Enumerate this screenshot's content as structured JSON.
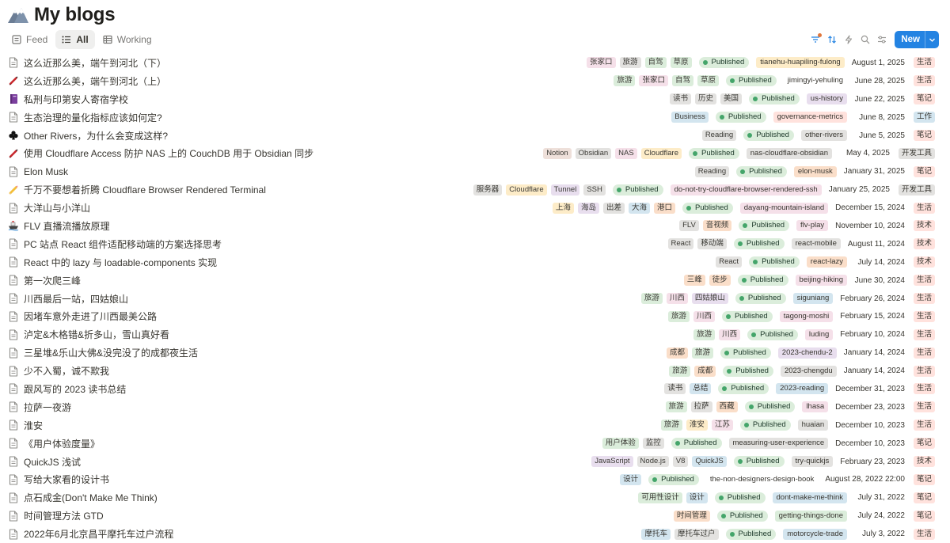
{
  "header": {
    "title": "My blogs",
    "icon": "mountain-icon"
  },
  "tabs": [
    {
      "label": "Feed",
      "icon": "doc-icon"
    },
    {
      "label": "All",
      "icon": "list-icon",
      "active": true
    },
    {
      "label": "Working",
      "icon": "table-icon"
    }
  ],
  "toolbar": {
    "new_label": "New",
    "accent": "#2383e2"
  },
  "colors": {
    "gray": "#e3e2e0",
    "brown": "#eee0da",
    "orange": "#fadec9",
    "yellow": "#fdecc8",
    "green": "#dbeddb",
    "blue": "#d3e5ef",
    "purple": "#e8deee",
    "pink": "#f5e0e9",
    "red": "#ffe2dd"
  },
  "rows": [
    {
      "icon": "page",
      "title": "这么近那么美，端午到河北（下）",
      "tags": [
        [
          "张家口",
          "pink"
        ],
        [
          "旅游",
          "gray"
        ],
        [
          "自驾",
          "green"
        ],
        [
          "草原",
          "green"
        ]
      ],
      "status": "Published",
      "slug": [
        "tianehu-huapiling-fulong",
        "yellow"
      ],
      "date": "August 1, 2025",
      "category": [
        "生活",
        "red"
      ]
    },
    {
      "icon": "pen",
      "title": "这么近那么美，端午到河北（上）",
      "tags": [
        [
          "旅游",
          "green"
        ],
        [
          "张家口",
          "pink"
        ],
        [
          "自驾",
          "green"
        ],
        [
          "草原",
          "green"
        ]
      ],
      "status": "Published",
      "slug": [
        "jimingyi-yehuling",
        ""
      ],
      "date": "June 28, 2025",
      "category": [
        "生活",
        "red"
      ]
    },
    {
      "icon": "book",
      "title": "私刑与印第安人寄宿学校",
      "tags": [
        [
          "读书",
          "gray"
        ],
        [
          "历史",
          "gray"
        ],
        [
          "美国",
          "gray"
        ]
      ],
      "status": "Published",
      "slug": [
        "us-history",
        "purple"
      ],
      "date": "June 22, 2025",
      "category": [
        "笔记",
        "red"
      ]
    },
    {
      "icon": "page",
      "title": "生态治理的量化指标应该如何定?",
      "tags": [
        [
          "Business",
          "blue"
        ]
      ],
      "status": "Published",
      "slug": [
        "governance-metrics",
        "red"
      ],
      "date": "June 8, 2025",
      "category": [
        "工作",
        "blue"
      ]
    },
    {
      "icon": "club",
      "title": "Other Rivers，为什么会变成这样?",
      "tags": [
        [
          "Reading",
          "gray"
        ]
      ],
      "status": "Published",
      "slug": [
        "other-rivers",
        "gray"
      ],
      "date": "June 5, 2025",
      "category": [
        "笔记",
        "red"
      ]
    },
    {
      "icon": "pen",
      "title": "使用 Cloudflare Access 防护 NAS 上的 CouchDB 用于 Obsidian 同步",
      "tags": [
        [
          "Notion",
          "brown"
        ],
        [
          "Obsidian",
          "gray"
        ],
        [
          "NAS",
          "pink"
        ],
        [
          "Cloudflare",
          "yellow"
        ]
      ],
      "status": "Published",
      "slug": [
        "nas-cloudflare-obsidian",
        "gray"
      ],
      "date": "May 4, 2025",
      "category": [
        "开发工具",
        "gray"
      ]
    },
    {
      "icon": "page",
      "title": "Elon Musk",
      "tags": [
        [
          "Reading",
          "gray"
        ]
      ],
      "status": "Published",
      "slug": [
        "elon-musk",
        "orange"
      ],
      "date": "January 31, 2025",
      "category": [
        "笔记",
        "red"
      ]
    },
    {
      "icon": "pencil",
      "title": "千万不要想着折腾 Cloudflare Browser Rendered Terminal",
      "tags": [
        [
          "服务器",
          "gray"
        ],
        [
          "Cloudflare",
          "yellow"
        ],
        [
          "Tunnel",
          "purple"
        ],
        [
          "SSH",
          "gray"
        ]
      ],
      "status": "Published",
      "slug": [
        "do-not-try-cloudflare-browser-rendered-ssh",
        "pink"
      ],
      "date": "January 25, 2025",
      "category": [
        "开发工具",
        "gray"
      ]
    },
    {
      "icon": "page",
      "title": "大洋山与小洋山",
      "tags": [
        [
          "上海",
          "yellow"
        ],
        [
          "海岛",
          "purple"
        ],
        [
          "出差",
          "gray"
        ],
        [
          "大海",
          "blue"
        ],
        [
          "港口",
          "orange"
        ]
      ],
      "status": "Published",
      "slug": [
        "dayang-mountain-island",
        "pink"
      ],
      "date": "December 15, 2024",
      "category": [
        "生活",
        "red"
      ]
    },
    {
      "icon": "ship",
      "title": "FLV 直播流播放原理",
      "tags": [
        [
          "FLV",
          "gray"
        ],
        [
          "音视频",
          "orange"
        ]
      ],
      "status": "Published",
      "slug": [
        "flv-play",
        "pink"
      ],
      "date": "November 10, 2024",
      "category": [
        "技术",
        "red"
      ]
    },
    {
      "icon": "page",
      "title": "PC 站点 React 组件适配移动端的方案选择思考",
      "tags": [
        [
          "React",
          "gray"
        ],
        [
          "移动端",
          "gray"
        ]
      ],
      "status": "Published",
      "slug": [
        "react-mobile",
        "gray"
      ],
      "date": "August 11, 2024",
      "category": [
        "技术",
        "red"
      ]
    },
    {
      "icon": "page",
      "title": "React 中的 lazy 与 loadable-components 实现",
      "tags": [
        [
          "React",
          "gray"
        ]
      ],
      "status": "Published",
      "slug": [
        "react-lazy",
        "orange"
      ],
      "date": "July 14, 2024",
      "category": [
        "技术",
        "red"
      ]
    },
    {
      "icon": "page",
      "title": "第一次爬三峰",
      "tags": [
        [
          "三峰",
          "orange"
        ],
        [
          "徒步",
          "orange"
        ]
      ],
      "status": "Published",
      "slug": [
        "beijing-hiking",
        "pink"
      ],
      "date": "June 30, 2024",
      "category": [
        "生活",
        "red"
      ]
    },
    {
      "icon": "page",
      "title": "川西最后一站，四姑娘山",
      "tags": [
        [
          "旅游",
          "green"
        ],
        [
          "川西",
          "pink"
        ],
        [
          "四姑娘山",
          "purple"
        ]
      ],
      "status": "Published",
      "slug": [
        "siguniang",
        "blue"
      ],
      "date": "February 26, 2024",
      "category": [
        "生活",
        "red"
      ]
    },
    {
      "icon": "page",
      "title": "因堵车意外走进了川西最美公路",
      "tags": [
        [
          "旅游",
          "green"
        ],
        [
          "川西",
          "pink"
        ]
      ],
      "status": "Published",
      "slug": [
        "tagong-moshi",
        "pink"
      ],
      "date": "February 15, 2024",
      "category": [
        "生活",
        "red"
      ]
    },
    {
      "icon": "page",
      "title": "泸定&木格错&折多山，雪山真好看",
      "tags": [
        [
          "旅游",
          "green"
        ],
        [
          "川西",
          "pink"
        ]
      ],
      "status": "Published",
      "slug": [
        "luding",
        "pink"
      ],
      "date": "February 10, 2024",
      "category": [
        "生活",
        "red"
      ]
    },
    {
      "icon": "page",
      "title": "三星堆&乐山大佛&没完没了的成都夜生活",
      "tags": [
        [
          "成都",
          "orange"
        ],
        [
          "旅游",
          "green"
        ]
      ],
      "status": "Published",
      "slug": [
        "2023-chendu-2",
        "purple"
      ],
      "date": "January 14, 2024",
      "category": [
        "生活",
        "red"
      ]
    },
    {
      "icon": "page",
      "title": "少不入蜀，诚不欺我",
      "tags": [
        [
          "旅游",
          "green"
        ],
        [
          "成都",
          "orange"
        ]
      ],
      "status": "Published",
      "slug": [
        "2023-chengdu",
        "gray"
      ],
      "date": "January 14, 2024",
      "category": [
        "生活",
        "red"
      ]
    },
    {
      "icon": "page",
      "title": "跟风写的 2023 读书总结",
      "tags": [
        [
          "读书",
          "gray"
        ],
        [
          "总结",
          "blue"
        ]
      ],
      "status": "Published",
      "slug": [
        "2023-reading",
        "blue"
      ],
      "date": "December 31, 2023",
      "category": [
        "生活",
        "red"
      ]
    },
    {
      "icon": "page",
      "title": "拉萨一夜游",
      "tags": [
        [
          "旅游",
          "green"
        ],
        [
          "拉萨",
          "gray"
        ],
        [
          "西藏",
          "orange"
        ]
      ],
      "status": "Published",
      "slug": [
        "lhasa",
        "pink"
      ],
      "date": "December 23, 2023",
      "category": [
        "生活",
        "red"
      ]
    },
    {
      "icon": "page",
      "title": "淮安",
      "tags": [
        [
          "旅游",
          "green"
        ],
        [
          "淮安",
          "yellow"
        ],
        [
          "江苏",
          "pink"
        ]
      ],
      "status": "Published",
      "slug": [
        "huaian",
        "gray"
      ],
      "date": "December 10, 2023",
      "category": [
        "生活",
        "red"
      ]
    },
    {
      "icon": "page",
      "title": "《用户体验度量》",
      "tags": [
        [
          "用户体验",
          "green"
        ],
        [
          "监控",
          "gray"
        ]
      ],
      "status": "Published",
      "slug": [
        "measuring-user-experience",
        "gray"
      ],
      "date": "December 10, 2023",
      "category": [
        "笔记",
        "red"
      ]
    },
    {
      "icon": "page",
      "title": "QuickJS 浅试",
      "tags": [
        [
          "JavaScript",
          "purple"
        ],
        [
          "Node.js",
          "gray"
        ],
        [
          "V8",
          "gray"
        ],
        [
          "QuickJS",
          "blue"
        ]
      ],
      "status": "Published",
      "slug": [
        "try-quickjs",
        "gray"
      ],
      "date": "February 23, 2023",
      "category": [
        "技术",
        "red"
      ]
    },
    {
      "icon": "page",
      "title": "写给大家看的设计书",
      "tags": [
        [
          "设计",
          "blue"
        ]
      ],
      "status": "Published",
      "slug": [
        "the-non-designers-design-book",
        ""
      ],
      "date": "August 28, 2022 22:00",
      "category": [
        "笔记",
        "red"
      ]
    },
    {
      "icon": "page",
      "title": "点石成金(Don't Make Me Think)",
      "tags": [
        [
          "可用性设计",
          "green"
        ],
        [
          "设计",
          "blue"
        ]
      ],
      "status": "Published",
      "slug": [
        "dont-make-me-think",
        "blue"
      ],
      "date": "July 31, 2022",
      "category": [
        "笔记",
        "red"
      ]
    },
    {
      "icon": "page",
      "title": "时间管理方法 GTD",
      "tags": [
        [
          "时间管理",
          "orange"
        ]
      ],
      "status": "Published",
      "slug": [
        "getting-things-done",
        "green"
      ],
      "date": "July 24, 2022",
      "category": [
        "笔记",
        "red"
      ]
    },
    {
      "icon": "page",
      "title": "2022年6月北京昌平摩托车过户流程",
      "tags": [
        [
          "摩托车",
          "blue"
        ],
        [
          "摩托车过户",
          "gray"
        ]
      ],
      "status": "Published",
      "slug": [
        "motorcycle-trade",
        "blue"
      ],
      "date": "July 3, 2022",
      "category": [
        "生活",
        "red"
      ]
    }
  ]
}
